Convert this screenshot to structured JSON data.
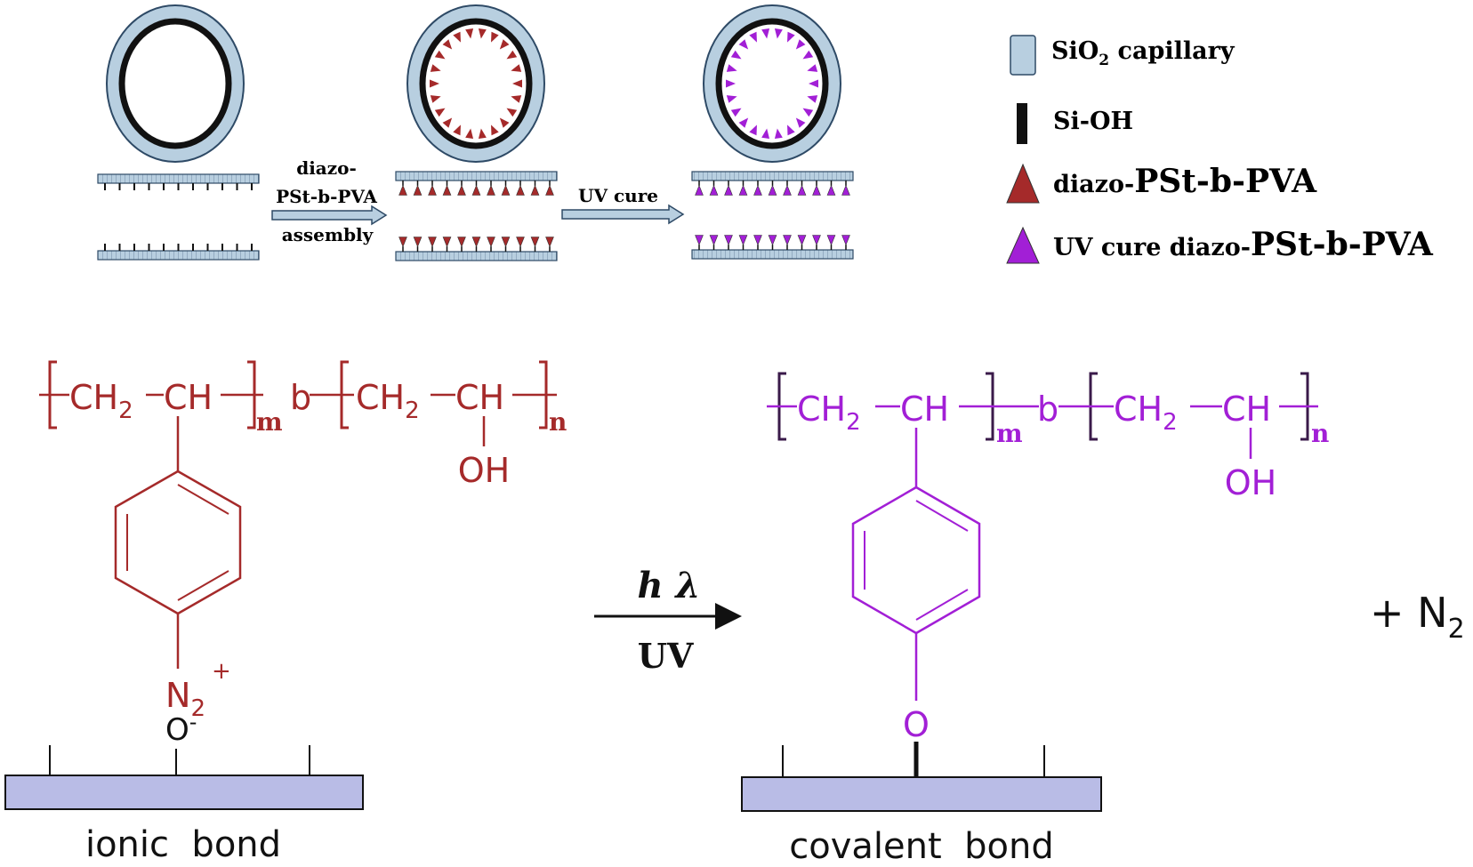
{
  "colors": {
    "capillary_fill": "#b8cfe0",
    "capillary_stroke": "#2e4a66",
    "diazo_red": "#a52a2a",
    "uv_purple": "#a21fd6",
    "substrate": "#b9bce6",
    "ink": "#111111"
  },
  "top": {
    "arrow1_lines": [
      "diazo-",
      "PSt-b-PVA",
      "assembly"
    ],
    "arrow2_label": "UV cure"
  },
  "legend": {
    "capillary_pre": "SiO",
    "capillary_sub": "2",
    "capillary_post": " capillary",
    "sioh": "Si-OH",
    "diazo_small": "diazo-",
    "diazo_big": "PSt-b-PVA",
    "uv_small": "UV cure diazo-",
    "uv_big": "PSt-b-PVA"
  },
  "left_structure": {
    "ch2_a": "CH",
    "ch2_a_sub": "2",
    "ch_a": "CH",
    "m": "m",
    "b": "b",
    "ch2_b": "CH",
    "ch2_b_sub": "2",
    "ch_b": "CH",
    "n": "n",
    "oh": "OH",
    "n2": "N",
    "n2_sub": "2",
    "n2_charge": "+",
    "o_minus": "O",
    "o_charge": "-",
    "bond_label": "ionic  bond"
  },
  "reaction": {
    "top_label": "h λ",
    "bottom_label": "UV",
    "product": "+ N",
    "product_sub": "2"
  },
  "right_structure": {
    "ch2_a": "CH",
    "ch2_a_sub": "2",
    "ch_a": "CH",
    "m": "m",
    "b": "b",
    "ch2_b": "CH",
    "ch2_b_sub": "2",
    "ch_b": "CH",
    "n": "n",
    "oh": "OH",
    "o": "O",
    "bond_label": "covalent  bond"
  }
}
